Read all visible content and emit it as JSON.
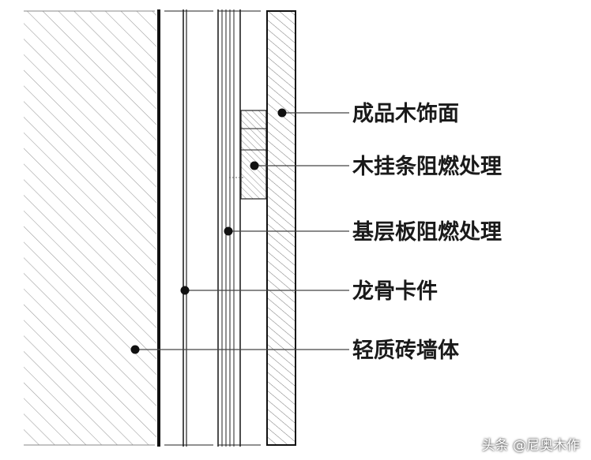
{
  "diagram": {
    "callouts": [
      {
        "id": "finished-wood-face",
        "label": "成品木饰面"
      },
      {
        "id": "wood-hanging-strip",
        "label": "木挂条阻燃处理"
      },
      {
        "id": "base-board",
        "label": "基层板阻燃处理"
      },
      {
        "id": "keel-clip",
        "label": "龙骨卡件"
      },
      {
        "id": "lightweight-brick-wall",
        "label": "轻质砖墙体"
      }
    ]
  },
  "watermark": {
    "text": "头条 @尼奥木作"
  }
}
